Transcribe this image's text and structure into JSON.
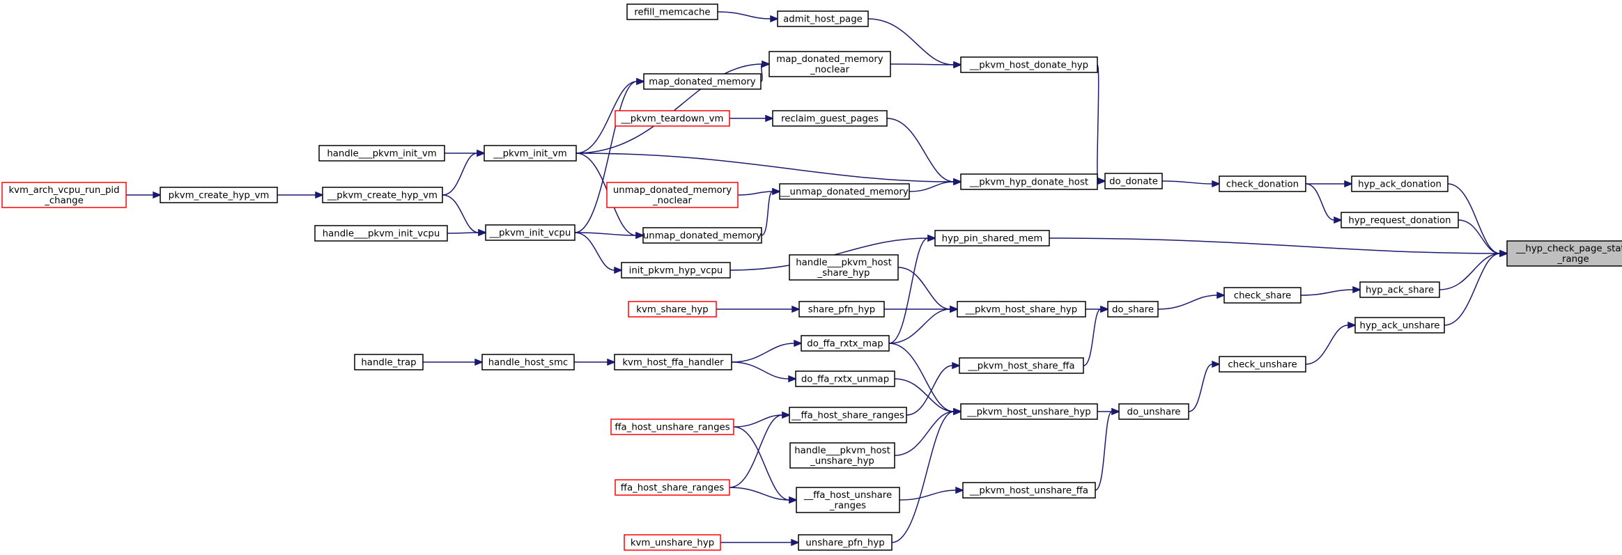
{
  "colors": {
    "edge": "#191970",
    "border_normal": "#000000",
    "border_truncated": "#ff0000",
    "fill_normal": "#ffffff",
    "fill_root": "#bfbfbf"
  },
  "nodes": {
    "root": {
      "lines": [
        "__hyp_check_page_state",
        "_range"
      ],
      "kind": "root"
    },
    "refill_memcache": {
      "lines": [
        "refill_memcache"
      ],
      "kind": "normal"
    },
    "admit_host_page": {
      "lines": [
        "admit_host_page"
      ],
      "kind": "normal"
    },
    "map_donated_memory_nocl": {
      "lines": [
        "map_donated_memory",
        "_noclear"
      ],
      "kind": "normal"
    },
    "pkvm_host_donate_hyp": {
      "lines": [
        "__pkvm_host_donate_hyp"
      ],
      "kind": "normal"
    },
    "map_donated_memory": {
      "lines": [
        "map_donated_memory"
      ],
      "kind": "normal"
    },
    "pkvm_teardown_vm": {
      "lines": [
        "__pkvm_teardown_vm"
      ],
      "kind": "truncated"
    },
    "reclaim_guest_pages": {
      "lines": [
        "reclaim_guest_pages"
      ],
      "kind": "normal"
    },
    "handle_pkvm_init_vm": {
      "lines": [
        "handle___pkvm_init_vm"
      ],
      "kind": "normal"
    },
    "pkvm_init_vm": {
      "lines": [
        "__pkvm_init_vm"
      ],
      "kind": "normal"
    },
    "kvm_arch_vcpu_run_pid_change": {
      "lines": [
        "kvm_arch_vcpu_run_pid",
        "_change"
      ],
      "kind": "truncated"
    },
    "pkvm_create_hyp_vm": {
      "lines": [
        "pkvm_create_hyp_vm"
      ],
      "kind": "normal"
    },
    "pkvm_create_hyp_vm_u": {
      "lines": [
        "__pkvm_create_hyp_vm"
      ],
      "kind": "normal"
    },
    "unmap_donated_memory_nocl": {
      "lines": [
        "unmap_donated_memory",
        "_noclear"
      ],
      "kind": "truncated"
    },
    "unmap_donated_memory_u": {
      "lines": [
        "__unmap_donated_memory"
      ],
      "kind": "normal"
    },
    "pkvm_hyp_donate_host": {
      "lines": [
        "__pkvm_hyp_donate_host"
      ],
      "kind": "normal"
    },
    "do_donate": {
      "lines": [
        "do_donate"
      ],
      "kind": "normal"
    },
    "check_donation": {
      "lines": [
        "check_donation"
      ],
      "kind": "normal"
    },
    "hyp_ack_donation": {
      "lines": [
        "hyp_ack_donation"
      ],
      "kind": "normal"
    },
    "hyp_request_donation": {
      "lines": [
        "hyp_request_donation"
      ],
      "kind": "normal"
    },
    "handle_pkvm_init_vcpu": {
      "lines": [
        "handle___pkvm_init_vcpu"
      ],
      "kind": "normal"
    },
    "pkvm_init_vcpu": {
      "lines": [
        "__pkvm_init_vcpu"
      ],
      "kind": "normal"
    },
    "unmap_donated_memory": {
      "lines": [
        "unmap_donated_memory"
      ],
      "kind": "normal"
    },
    "hyp_pin_shared_mem": {
      "lines": [
        "hyp_pin_shared_mem"
      ],
      "kind": "normal"
    },
    "init_pkvm_hyp_vcpu": {
      "lines": [
        "init_pkvm_hyp_vcpu"
      ],
      "kind": "normal"
    },
    "handle_pkvm_host_share_hyp": {
      "lines": [
        "handle___pkvm_host",
        "_share_hyp"
      ],
      "kind": "normal"
    },
    "kvm_share_hyp": {
      "lines": [
        "kvm_share_hyp"
      ],
      "kind": "truncated"
    },
    "share_pfn_hyp": {
      "lines": [
        "share_pfn_hyp"
      ],
      "kind": "normal"
    },
    "pkvm_host_share_hyp": {
      "lines": [
        "__pkvm_host_share_hyp"
      ],
      "kind": "normal"
    },
    "do_share": {
      "lines": [
        "do_share"
      ],
      "kind": "normal"
    },
    "check_share": {
      "lines": [
        "check_share"
      ],
      "kind": "normal"
    },
    "hyp_ack_share": {
      "lines": [
        "hyp_ack_share"
      ],
      "kind": "normal"
    },
    "hyp_ack_unshare": {
      "lines": [
        "hyp_ack_unshare"
      ],
      "kind": "normal"
    },
    "handle_trap": {
      "lines": [
        "handle_trap"
      ],
      "kind": "normal"
    },
    "handle_host_smc": {
      "lines": [
        "handle_host_smc"
      ],
      "kind": "normal"
    },
    "kvm_host_ffa_handler": {
      "lines": [
        "kvm_host_ffa_handler"
      ],
      "kind": "normal"
    },
    "do_ffa_rxtx_map": {
      "lines": [
        "do_ffa_rxtx_map"
      ],
      "kind": "normal"
    },
    "do_ffa_rxtx_unmap": {
      "lines": [
        "do_ffa_rxtx_unmap"
      ],
      "kind": "normal"
    },
    "pkvm_host_share_ffa": {
      "lines": [
        "__pkvm_host_share_ffa"
      ],
      "kind": "normal"
    },
    "check_unshare": {
      "lines": [
        "check_unshare"
      ],
      "kind": "normal"
    },
    "ffa_host_unshare_ranges": {
      "lines": [
        "ffa_host_unshare_ranges"
      ],
      "kind": "truncated"
    },
    "ffa_host_share_ranges_u": {
      "lines": [
        "__ffa_host_share_ranges"
      ],
      "kind": "normal"
    },
    "pkvm_host_unshare_hyp": {
      "lines": [
        "__pkvm_host_unshare_hyp"
      ],
      "kind": "normal"
    },
    "do_unshare": {
      "lines": [
        "do_unshare"
      ],
      "kind": "normal"
    },
    "handle_pkvm_host_unshare_hyp": {
      "lines": [
        "handle___pkvm_host",
        "_unshare_hyp"
      ],
      "kind": "normal"
    },
    "ffa_host_share_ranges": {
      "lines": [
        "ffa_host_share_ranges"
      ],
      "kind": "truncated"
    },
    "ffa_host_unshare_ranges_u": {
      "lines": [
        "__ffa_host_unshare",
        "_ranges"
      ],
      "kind": "normal"
    },
    "pkvm_host_unshare_ffa": {
      "lines": [
        "__pkvm_host_unshare_ffa"
      ],
      "kind": "normal"
    },
    "kvm_unshare_hyp": {
      "lines": [
        "kvm_unshare_hyp"
      ],
      "kind": "truncated"
    },
    "unshare_pfn_hyp": {
      "lines": [
        "unshare_pfn_hyp"
      ],
      "kind": "normal"
    }
  },
  "edges": [
    [
      "refill_memcache",
      "admit_host_page"
    ],
    [
      "admit_host_page",
      "pkvm_host_donate_hyp"
    ],
    [
      "map_donated_memory_nocl",
      "pkvm_host_donate_hyp"
    ],
    [
      "map_donated_memory",
      "map_donated_memory_nocl"
    ],
    [
      "pkvm_init_vm",
      "map_donated_memory_nocl"
    ],
    [
      "pkvm_init_vm",
      "map_donated_memory"
    ],
    [
      "pkvm_init_vcpu",
      "map_donated_memory"
    ],
    [
      "handle_pkvm_init_vm",
      "pkvm_init_vm"
    ],
    [
      "pkvm_create_hyp_vm_u",
      "pkvm_init_vm"
    ],
    [
      "kvm_arch_vcpu_run_pid_change",
      "pkvm_create_hyp_vm"
    ],
    [
      "pkvm_create_hyp_vm",
      "pkvm_create_hyp_vm_u"
    ],
    [
      "pkvm_create_hyp_vm_u",
      "pkvm_init_vcpu"
    ],
    [
      "handle_pkvm_init_vcpu",
      "pkvm_init_vcpu"
    ],
    [
      "pkvm_teardown_vm",
      "reclaim_guest_pages"
    ],
    [
      "reclaim_guest_pages",
      "pkvm_hyp_donate_host"
    ],
    [
      "unmap_donated_memory_u",
      "pkvm_hyp_donate_host"
    ],
    [
      "pkvm_init_vm",
      "pkvm_hyp_donate_host"
    ],
    [
      "unmap_donated_memory_nocl",
      "unmap_donated_memory_u"
    ],
    [
      "unmap_donated_memory",
      "unmap_donated_memory_u"
    ],
    [
      "pkvm_init_vm",
      "unmap_donated_memory"
    ],
    [
      "pkvm_init_vcpu",
      "unmap_donated_memory"
    ],
    [
      "pkvm_host_donate_hyp",
      "do_donate"
    ],
    [
      "pkvm_hyp_donate_host",
      "do_donate"
    ],
    [
      "do_donate",
      "check_donation"
    ],
    [
      "check_donation",
      "hyp_ack_donation"
    ],
    [
      "check_donation",
      "hyp_request_donation"
    ],
    [
      "hyp_ack_donation",
      "root"
    ],
    [
      "hyp_request_donation",
      "root"
    ],
    [
      "init_pkvm_hyp_vcpu",
      "hyp_pin_shared_mem"
    ],
    [
      "do_ffa_rxtx_map",
      "hyp_pin_shared_mem"
    ],
    [
      "hyp_pin_shared_mem",
      "root"
    ],
    [
      "pkvm_init_vcpu",
      "init_pkvm_hyp_vcpu"
    ],
    [
      "kvm_share_hyp",
      "share_pfn_hyp"
    ],
    [
      "share_pfn_hyp",
      "pkvm_host_share_hyp"
    ],
    [
      "handle_pkvm_host_share_hyp",
      "pkvm_host_share_hyp"
    ],
    [
      "do_ffa_rxtx_map",
      "pkvm_host_share_hyp"
    ],
    [
      "pkvm_host_share_hyp",
      "do_share"
    ],
    [
      "pkvm_host_share_ffa",
      "do_share"
    ],
    [
      "do_share",
      "check_share"
    ],
    [
      "check_share",
      "hyp_ack_share"
    ],
    [
      "hyp_ack_share",
      "root"
    ],
    [
      "hyp_ack_unshare",
      "root"
    ],
    [
      "check_unshare",
      "hyp_ack_unshare"
    ],
    [
      "do_unshare",
      "check_unshare"
    ],
    [
      "handle_trap",
      "handle_host_smc"
    ],
    [
      "handle_host_smc",
      "kvm_host_ffa_handler"
    ],
    [
      "kvm_host_ffa_handler",
      "do_ffa_rxtx_map"
    ],
    [
      "kvm_host_ffa_handler",
      "do_ffa_rxtx_unmap"
    ],
    [
      "do_ffa_rxtx_map",
      "pkvm_host_unshare_hyp"
    ],
    [
      "do_ffa_rxtx_unmap",
      "pkvm_host_unshare_hyp"
    ],
    [
      "ffa_host_share_ranges_u",
      "pkvm_host_share_ffa"
    ],
    [
      "ffa_host_unshare_ranges",
      "ffa_host_share_ranges_u"
    ],
    [
      "ffa_host_share_ranges",
      "ffa_host_share_ranges_u"
    ],
    [
      "ffa_host_unshare_ranges",
      "ffa_host_unshare_ranges_u"
    ],
    [
      "ffa_host_share_ranges",
      "ffa_host_unshare_ranges_u"
    ],
    [
      "pkvm_host_unshare_hyp",
      "do_unshare"
    ],
    [
      "pkvm_host_unshare_ffa",
      "do_unshare"
    ],
    [
      "handle_pkvm_host_unshare_hyp",
      "pkvm_host_unshare_hyp"
    ],
    [
      "unshare_pfn_hyp",
      "pkvm_host_unshare_hyp"
    ],
    [
      "ffa_host_unshare_ranges_u",
      "pkvm_host_unshare_ffa"
    ],
    [
      "kvm_unshare_hyp",
      "unshare_pfn_hyp"
    ]
  ]
}
